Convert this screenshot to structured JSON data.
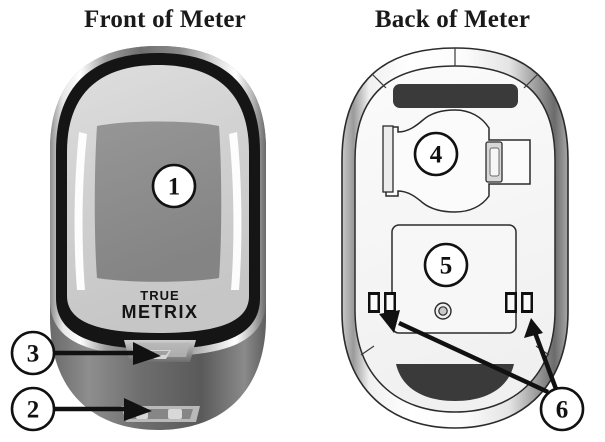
{
  "figure": {
    "kind": "instructional-diagram",
    "subject": "blood glucose meter",
    "panels": [
      {
        "id": "front",
        "title": "Front of Meter",
        "device_brand_line1": "TRUE",
        "device_brand_line2": "METRIX",
        "callouts": [
          {
            "number": "1",
            "target": "display-screen"
          },
          {
            "number": "2",
            "target": "bottom-port"
          },
          {
            "number": "3",
            "target": "test-strip-port"
          }
        ]
      },
      {
        "id": "back",
        "title": "Back of Meter",
        "callouts": [
          {
            "number": "4",
            "target": "battery-door"
          },
          {
            "number": "5",
            "target": "back-label"
          },
          {
            "number": "6",
            "target": "latch-tabs"
          }
        ]
      }
    ]
  },
  "colors": {
    "background": "#ffffff",
    "ink": "#111111",
    "bezel_dark": "#141414",
    "chrome_light": "#f2f2f2",
    "chrome_mid": "#9a9a9a",
    "chrome_dark": "#4a4a4a",
    "face_light": "#d2d2d2",
    "display_gray": "#8e8e8e",
    "body_gray": "#6e6e6e",
    "back_shell": "#f4f4f4",
    "pad_dark": "#3a3a3a"
  }
}
